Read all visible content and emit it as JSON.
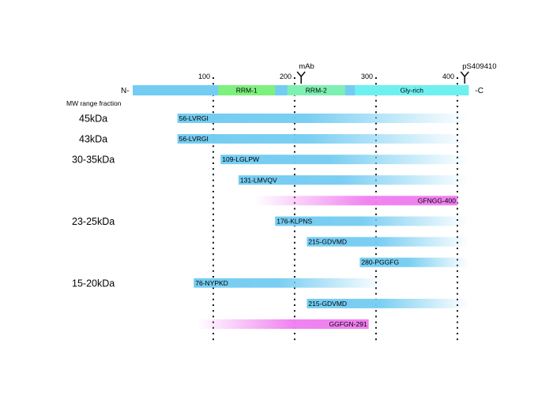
{
  "protein": {
    "n_label": "N-",
    "c_label": "-C",
    "length": 414,
    "tick_labels": [
      "100",
      "200",
      "300",
      "400"
    ],
    "tick_positions": [
      100,
      200,
      300,
      400
    ],
    "domains": [
      {
        "label": "RRM-1",
        "start": 106,
        "end": 176,
        "color": "#7ef07e"
      },
      {
        "label": "RRM-2",
        "start": 191,
        "end": 262,
        "color": "#7ef0b2"
      },
      {
        "label": "Gly-rich",
        "start": 274,
        "end": 414,
        "color": "#6ff0f0"
      }
    ],
    "base_color": "#74ccf2",
    "antibodies": [
      {
        "label": "mAb",
        "position": 208
      },
      {
        "label": "pS409410",
        "position": 409
      }
    ]
  },
  "fraction_header": "MW range fraction",
  "fractions": [
    {
      "label": "45kDa",
      "row": 0
    },
    {
      "label": "43kDa",
      "row": 1
    },
    {
      "label": "30-35kDa",
      "row": 2
    },
    {
      "label": "23-25kDa",
      "row": 5
    },
    {
      "label": "15-20kDa",
      "row": 8
    }
  ],
  "fragments": [
    {
      "label": "56-LVRGI",
      "start": 56,
      "end": 414,
      "direction": "n",
      "color": "blue"
    },
    {
      "label": "56-LVRGI",
      "start": 56,
      "end": 414,
      "direction": "n",
      "color": "blue"
    },
    {
      "label": "109-LGLPW",
      "start": 109,
      "end": 414,
      "direction": "n",
      "color": "blue"
    },
    {
      "label": "131-LMVQV",
      "start": 131,
      "end": 414,
      "direction": "n",
      "color": "blue"
    },
    {
      "label": "GFNGG-400",
      "start": 150,
      "end": 400,
      "direction": "c",
      "color": "pink"
    },
    {
      "label": "176-KLPNS",
      "start": 176,
      "end": 414,
      "direction": "n",
      "color": "blue"
    },
    {
      "label": "215-GDVMD",
      "start": 215,
      "end": 414,
      "direction": "n",
      "color": "blue"
    },
    {
      "label": "280-PGGFG",
      "start": 280,
      "end": 414,
      "direction": "n",
      "color": "blue"
    },
    {
      "label": "76-NYPKD",
      "start": 76,
      "end": 310,
      "direction": "n",
      "color": "blue"
    },
    {
      "label": "215-GDVMD",
      "start": 215,
      "end": 414,
      "direction": "n",
      "color": "blue"
    },
    {
      "label": "GGFGN-291",
      "start": 80,
      "end": 291,
      "direction": "c",
      "color": "pink"
    }
  ],
  "colors": {
    "blue": "#74ccf2",
    "pink": "#f07ef0"
  }
}
